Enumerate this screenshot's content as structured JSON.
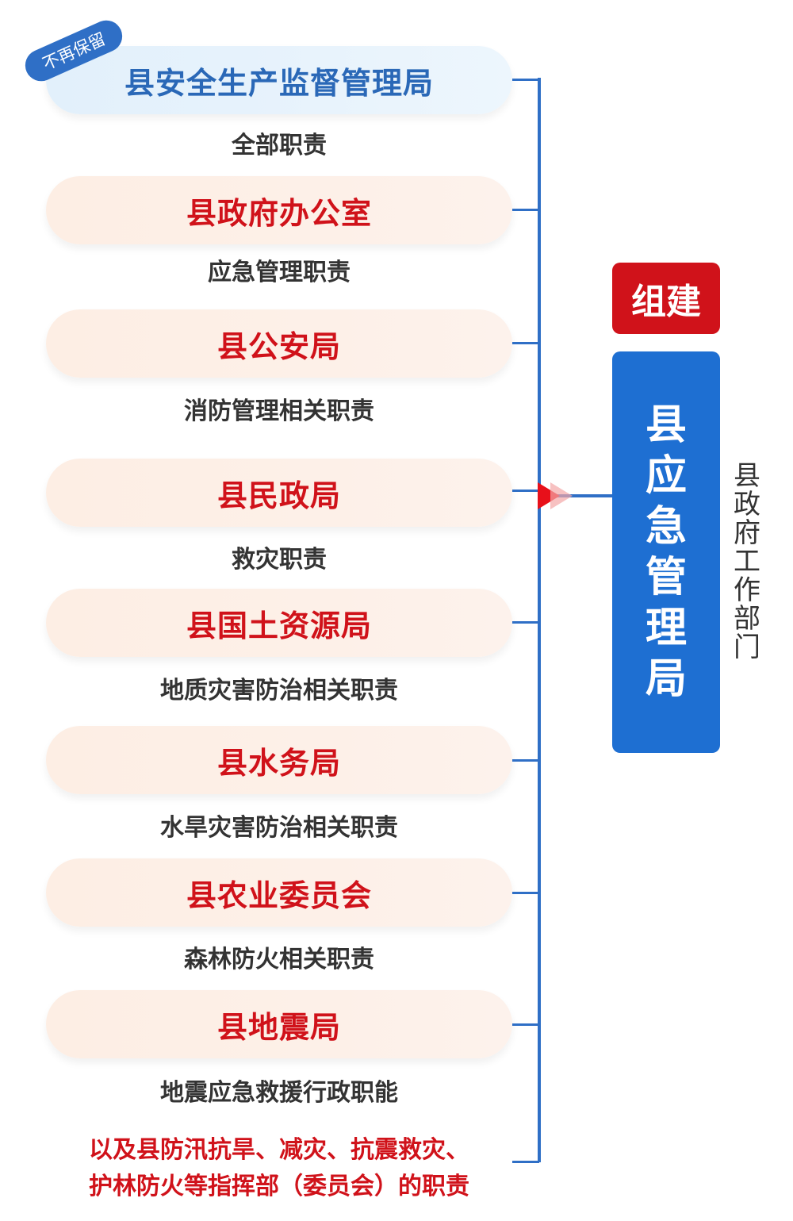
{
  "tag": "不再保留",
  "orgs": [
    {
      "name": "县安全生产监督管理局",
      "duty": "全部职责",
      "color": "blue"
    },
    {
      "name": "县政府办公室",
      "duty": "应急管理职责",
      "color": "red"
    },
    {
      "name": "县公安局",
      "duty": "消防管理相关职责",
      "color": "red"
    },
    {
      "name": "县民政局",
      "duty": "救灾职责",
      "color": "red"
    },
    {
      "name": "县国土资源局",
      "duty": "地质灾害防治相关职责",
      "color": "red"
    },
    {
      "name": "县水务局",
      "duty": "水旱灾害防治相关职责",
      "color": "red"
    },
    {
      "name": "县农业委员会",
      "duty": "森林防火相关职责",
      "color": "red"
    },
    {
      "name": "县地震局",
      "duty": "地震应急救援行政职能",
      "color": "red"
    }
  ],
  "note_lines": [
    "以及县防汛抗旱、减灾、抗震救灾、",
    "护林防火等指挥部（委员会）的职责"
  ],
  "action": "组建",
  "target": "县应急管理局",
  "target_type": "县政府工作部门",
  "colors": {
    "red": "#d0121a",
    "blue": "#1e6fd2",
    "line": "#2f6fc6"
  }
}
